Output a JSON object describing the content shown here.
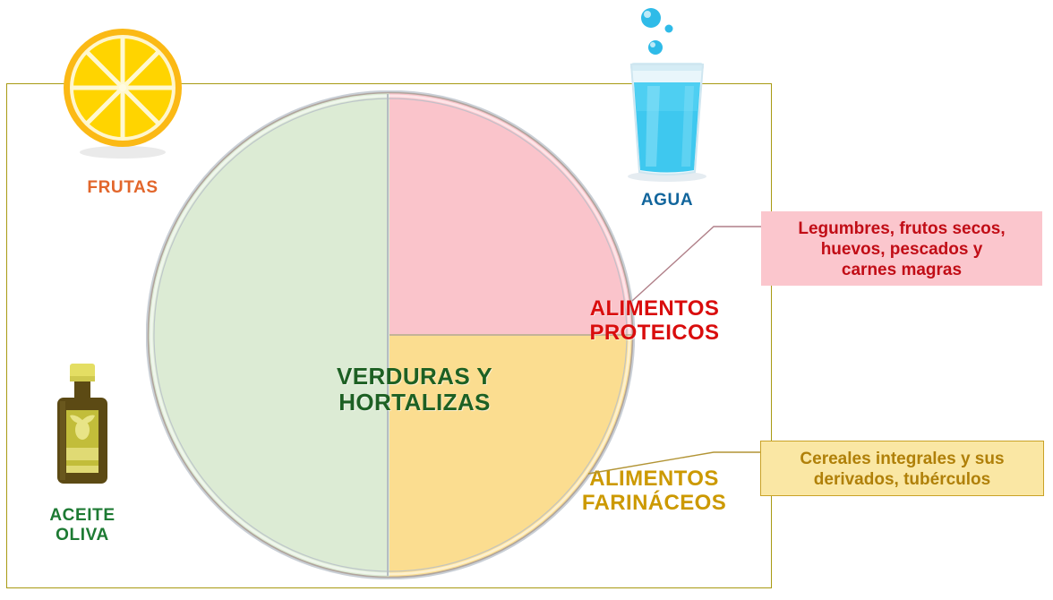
{
  "plate": {
    "segments": [
      {
        "key": "verduras",
        "label": "VERDURAS Y\nHORTALIZAS",
        "fill": "#dcebd4",
        "text_color": "#1d6023"
      },
      {
        "key": "proteicos",
        "label": "ALIMENTOS\nPROTEICOS",
        "fill": "#fac4cb",
        "text_color": "#d90d0d"
      },
      {
        "key": "farinaceos",
        "label": "ALIMENTOS\nFARINÁCEOS",
        "fill": "#fbdd90",
        "text_color": "#cc9900"
      }
    ]
  },
  "icons": [
    {
      "key": "frutas",
      "icon_name": "orange-slice-icon",
      "caption": "FRUTAS",
      "caption_color": "#e2662b"
    },
    {
      "key": "agua",
      "icon_name": "water-glass-icon",
      "caption": "AGUA",
      "caption_color": "#11659c"
    },
    {
      "key": "aceite",
      "icon_name": "olive-oil-bottle-icon",
      "caption": "ACEITE\nOLIVA",
      "caption_color": "#1d7a33"
    }
  ],
  "callouts": [
    {
      "key": "proteicos",
      "text": "Legumbres, frutos secos,\nhuevos, pescados y\ncarnes magras",
      "background": "#fbc6cd",
      "text_color": "#c10d16",
      "border": "none"
    },
    {
      "key": "farinaceos",
      "text": "Cereales integrales y sus\nderivados, tubérculos",
      "background": "#fae7a4",
      "text_color": "#b08009",
      "border": "#c9a227"
    }
  ],
  "frame": {
    "border_color": "#a89a12"
  },
  "connector_colors": {
    "proteicos": "#b07f88",
    "farinaceos": "#b29435"
  }
}
